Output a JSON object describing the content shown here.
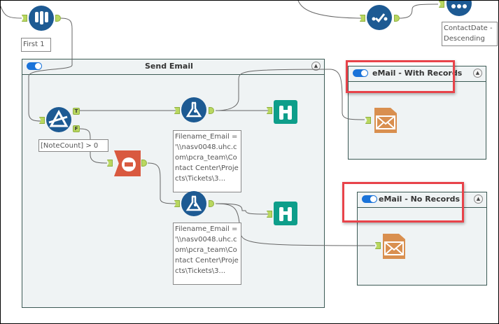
{
  "tools": {
    "sample": {
      "annotation": "First 1",
      "icon": "sample-icon"
    },
    "filter": {
      "annotation": "[NoteCount] > 0",
      "icon": "filter-icon",
      "true_anchor": "T",
      "false_anchor": "F"
    },
    "unique": {
      "icon": "unique-icon"
    },
    "sort": {
      "annotation": "ContactDate - Descending",
      "icon": "sort-icon"
    },
    "count_records": {
      "icon": "count-records-icon"
    },
    "formula_top": {
      "annotation": "Filename_Email = '\\\\nasv0048.uhc.com\\pcra_team\\Contact Center\\Projects\\Tickets\\3...",
      "icon": "formula-icon"
    },
    "formula_bottom": {
      "annotation": "Filename_Email = '\\\\nasv0048.uhc.com\\pcra_team\\Contact Center\\Projects\\Tickets\\3...",
      "icon": "formula-icon"
    },
    "browse_top": {
      "icon": "browse-icon"
    },
    "browse_bottom": {
      "icon": "browse-icon"
    },
    "email_with": {
      "icon": "email-icon"
    },
    "email_no": {
      "icon": "email-icon"
    }
  },
  "containers": {
    "send_email": {
      "title": "Send Email",
      "enabled": true
    },
    "email_with_records": {
      "title": "eMail - With Records",
      "enabled": true
    },
    "email_no_records": {
      "title": "eMail - No Records",
      "enabled": true
    }
  },
  "colors": {
    "highlight": "#e8434a",
    "toggle": "#1a73d9",
    "tool_blue": "#1d5a93",
    "browse": "#0e9e8a",
    "email": "#d98f4f",
    "count": "#d9593f",
    "anchor": "#b9d760"
  }
}
